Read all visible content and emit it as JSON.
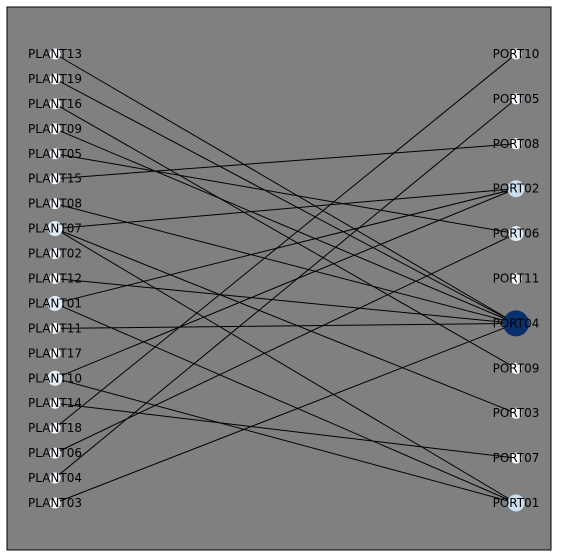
{
  "graph": {
    "colors": {
      "background": "#808080",
      "frame": "#000000",
      "edge": "#000000",
      "label": "#000000",
      "node_low": "#f7fbff",
      "node_mid": "#c6dbef",
      "node_high": "#08306b"
    },
    "plants": [
      "PLANT13",
      "PLANT19",
      "PLANT16",
      "PLANT09",
      "PLANT05",
      "PLANT15",
      "PLANT08",
      "PLANT07",
      "PLANT02",
      "PLANT12",
      "PLANT01",
      "PLANT11",
      "PLANT17",
      "PLANT10",
      "PLANT14",
      "PLANT18",
      "PLANT06",
      "PLANT04",
      "PLANT03"
    ],
    "ports": [
      "PORT10",
      "PORT05",
      "PORT08",
      "PORT02",
      "PORT06",
      "PORT11",
      "PORT04",
      "PORT09",
      "PORT03",
      "PORT07",
      "PORT01"
    ],
    "plant_weights": [
      1,
      1,
      1,
      1,
      1,
      1,
      1,
      2,
      1,
      1,
      2,
      1,
      1,
      2,
      1,
      1,
      1,
      1,
      1
    ],
    "port_weights": [
      1,
      1,
      1,
      3,
      2,
      1,
      10,
      1,
      1,
      1,
      3
    ],
    "edges": [
      [
        "PLANT13",
        "PORT04"
      ],
      [
        "PLANT19",
        "PORT04"
      ],
      [
        "PLANT16",
        "PORT09"
      ],
      [
        "PLANT09",
        "PORT04"
      ],
      [
        "PLANT05",
        "PORT06"
      ],
      [
        "PLANT15",
        "PORT08"
      ],
      [
        "PLANT08",
        "PORT04"
      ],
      [
        "PLANT07",
        "PORT02"
      ],
      [
        "PLANT07",
        "PORT03"
      ],
      [
        "PLANT07",
        "PORT01"
      ],
      [
        "PLANT12",
        "PORT04"
      ],
      [
        "PLANT01",
        "PORT02"
      ],
      [
        "PLANT01",
        "PORT01"
      ],
      [
        "PLANT11",
        "PORT04"
      ],
      [
        "PLANT10",
        "PORT02"
      ],
      [
        "PLANT10",
        "PORT01"
      ],
      [
        "PLANT14",
        "PORT07"
      ],
      [
        "PLANT18",
        "PORT10"
      ],
      [
        "PLANT06",
        "PORT06"
      ],
      [
        "PLANT04",
        "PORT05"
      ],
      [
        "PLANT03",
        "PORT04"
      ]
    ]
  }
}
